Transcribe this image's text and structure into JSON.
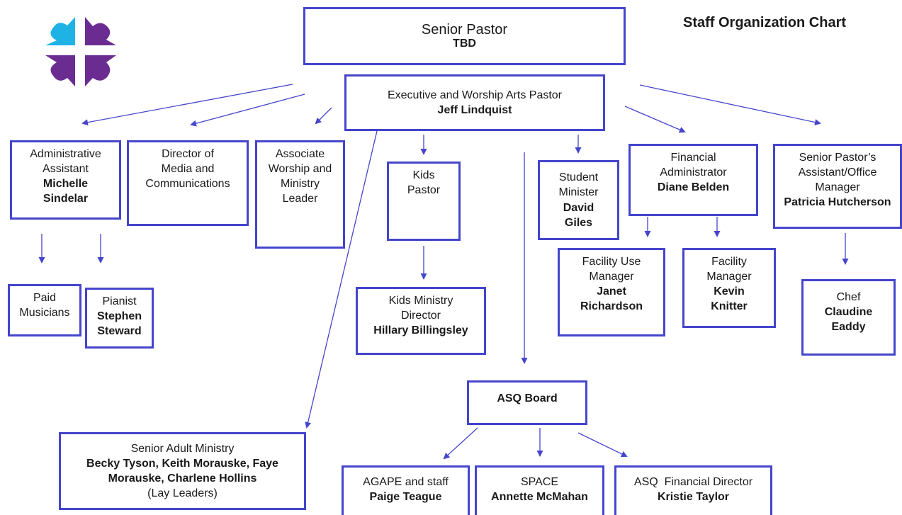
{
  "title": "Staff Organization Chart",
  "logo_colors": {
    "accent_top_left": "#1fb3e5",
    "primary": "#6b2c91"
  },
  "nodes": {
    "senior_pastor": {
      "title": [
        "Senior Pastor"
      ],
      "name": [
        "TBD"
      ]
    },
    "exec_pastor": {
      "title": [
        "Executive and Worship Arts Pastor"
      ],
      "name": [
        "Jeff Lindquist"
      ]
    },
    "admin_assistant": {
      "title": [
        "Administrative",
        "Assistant"
      ],
      "name": [
        "Michelle",
        "Sindelar"
      ]
    },
    "director_media": {
      "title": [
        "Director of",
        "Media and",
        "Communications"
      ],
      "name": []
    },
    "assoc_worship": {
      "title": [
        "Associate",
        "Worship and",
        "Ministry",
        "Leader"
      ],
      "name": []
    },
    "kids_pastor": {
      "title": [
        "Kids",
        "Pastor"
      ],
      "name": []
    },
    "student_minister": {
      "title": [
        "Student",
        "Minister"
      ],
      "name": [
        "David",
        "Giles"
      ]
    },
    "financial_admin": {
      "title": [
        "Financial",
        "Administrator"
      ],
      "name": [
        "Diane Belden"
      ]
    },
    "sp_assistant": {
      "title": [
        "Senior Pastor’s",
        "Assistant/Office",
        "Manager"
      ],
      "name": [
        "Patricia Hutcherson"
      ]
    },
    "paid_musicians": {
      "title": [
        "Paid",
        "Musicians"
      ],
      "name": []
    },
    "pianist": {
      "title": [
        "Pianist"
      ],
      "name": [
        "Stephen",
        "Steward"
      ]
    },
    "kids_ministry_dir": {
      "title": [
        "Kids Ministry",
        "Director"
      ],
      "name": [
        "Hillary Billingsley"
      ]
    },
    "facility_use_mgr": {
      "title": [
        "Facility Use",
        "Manager"
      ],
      "name": [
        "Janet",
        "Richardson"
      ]
    },
    "facility_mgr": {
      "title": [
        "Facility",
        "Manager"
      ],
      "name": [
        "Kevin",
        "Knitter"
      ]
    },
    "chef": {
      "title": [
        "Chef"
      ],
      "name": [
        "Claudine",
        "Eaddy"
      ]
    },
    "asq_board": {
      "title": [],
      "name": [
        "ASQ Board"
      ]
    },
    "senior_adult": {
      "title": [
        "Senior Adult Ministry"
      ],
      "name": [
        "Becky Tyson, Keith Morauske, Faye",
        "Morauske, Charlene Hollins"
      ],
      "note": [
        "(Lay Leaders)"
      ]
    },
    "agape": {
      "title": [
        "AGAPE and staff"
      ],
      "name": [
        "Paige Teague"
      ]
    },
    "space": {
      "title": [
        "SPACE"
      ],
      "name": [
        "Annette McMahan"
      ]
    },
    "asq_financial": {
      "title": [
        "ASQ  Financial Director"
      ],
      "name": [
        "Kristie Taylor"
      ]
    }
  }
}
